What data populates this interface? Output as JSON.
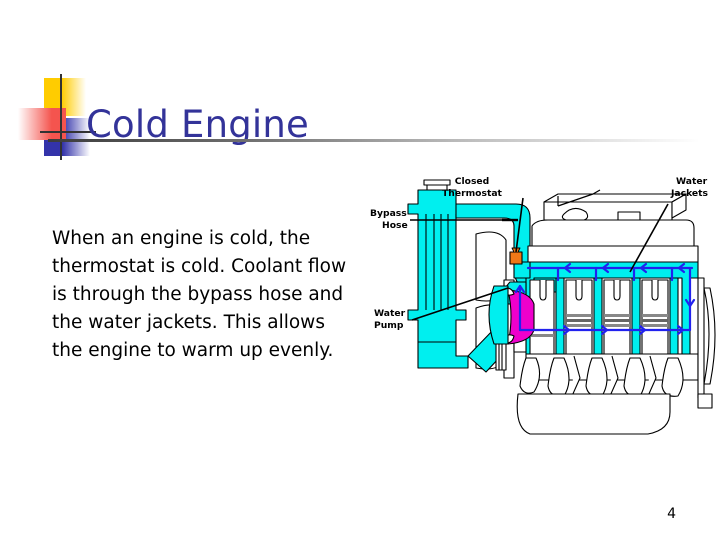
{
  "slide": {
    "title": "Cold Engine",
    "page_number": "4",
    "body_text": "When an engine is cold, the thermostat is cold. Coolant flow is through the bypass hose and the water jackets. This allows the engine to warm up evenly.",
    "accent_colors": {
      "title_blue": "#333399",
      "deco_yellow": "#FFCC00",
      "deco_red": "#F4544E",
      "deco_blue": "#3333AA",
      "rule_dark": "#3b3b3b"
    }
  },
  "diagram": {
    "name": "cold-engine-coolant-flow-diagram",
    "colors": {
      "coolant_cyan": "#00EFEF",
      "flow_arrow_blue": "#2222EE",
      "water_pump_magenta": "#EE00CC",
      "thermostat_orange": "#F07818",
      "outline_black": "#000000",
      "block_gray": "#808080"
    },
    "labels": [
      {
        "id": "closed-thermostat",
        "line1": "Closed",
        "line2": "Thermostat"
      },
      {
        "id": "water-jackets",
        "line1": "Water",
        "line2": "Jackets"
      },
      {
        "id": "bypass-hose",
        "line1": "Bypass",
        "line2": "Hose"
      },
      {
        "id": "water-pump",
        "line1": "Water",
        "line2": "Pump"
      }
    ]
  }
}
